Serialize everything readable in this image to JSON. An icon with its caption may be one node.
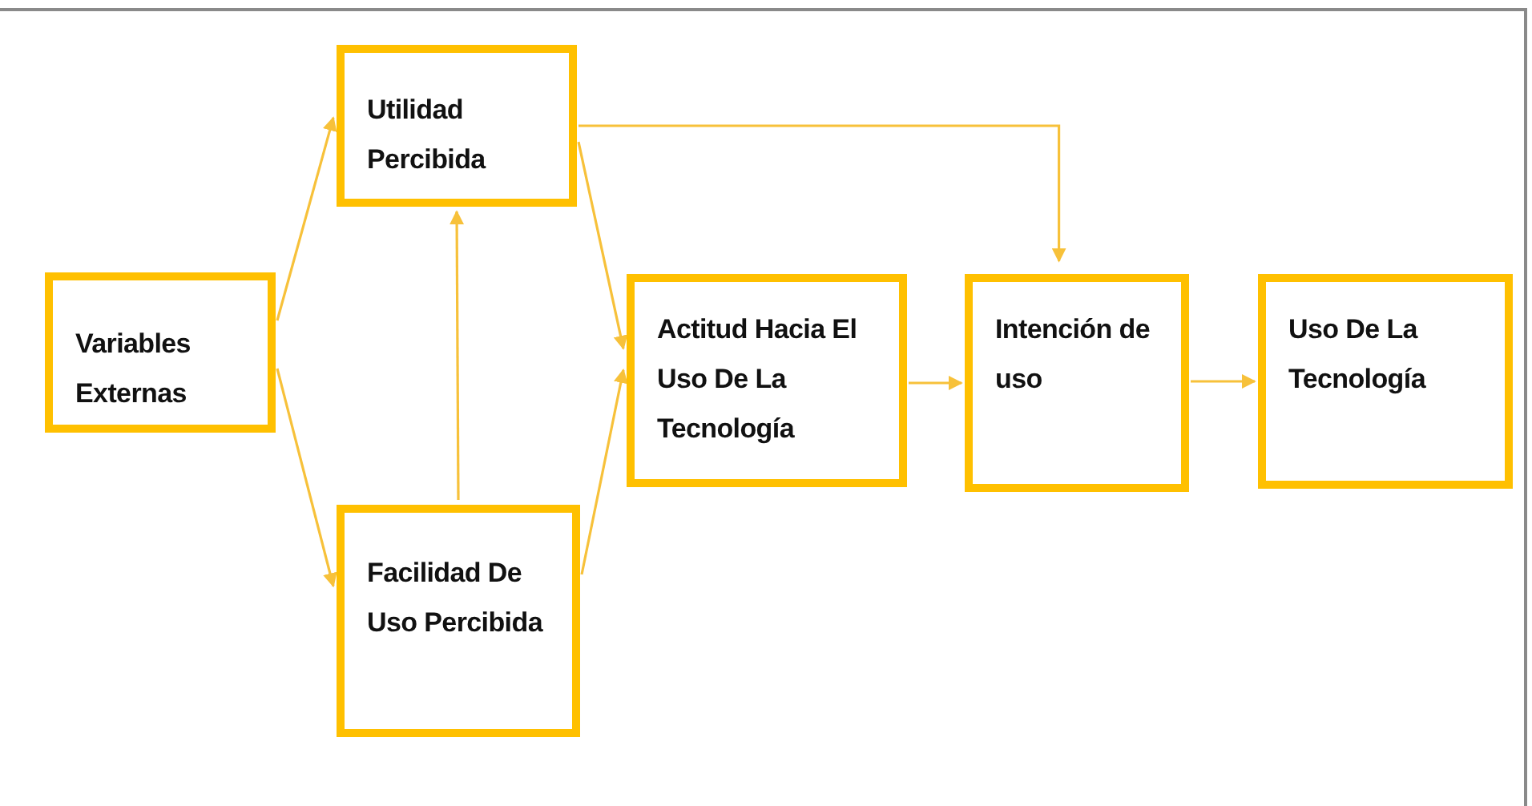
{
  "diagram": {
    "nodes": [
      {
        "text": [
          "Variables Externas"
        ]
      },
      {
        "text": [
          "Utilidad Percibida"
        ]
      },
      {
        "text": [
          "Facilidad De Uso Percibida"
        ]
      },
      {
        "text": [
          "Actitud Hacia El Uso De La Tecnología"
        ]
      },
      {
        "text": [
          "Intención de uso"
        ]
      },
      {
        "text": [
          "Uso De La Tecnología"
        ]
      }
    ],
    "edges": [
      {
        "from": 0,
        "to": 1,
        "arrow": "to"
      },
      {
        "from": 0,
        "to": 2,
        "arrow": "to"
      },
      {
        "from": 2,
        "to": 1,
        "arrow": "to"
      },
      {
        "from": 1,
        "to": 3,
        "arrow": "to"
      },
      {
        "from": 2,
        "to": 3,
        "arrow": "to"
      },
      {
        "from": 1,
        "to": 4,
        "arrow": "to"
      },
      {
        "from": 3,
        "to": 4,
        "arrow": "to"
      },
      {
        "from": 4,
        "to": 5,
        "arrow": "to"
      }
    ]
  }
}
